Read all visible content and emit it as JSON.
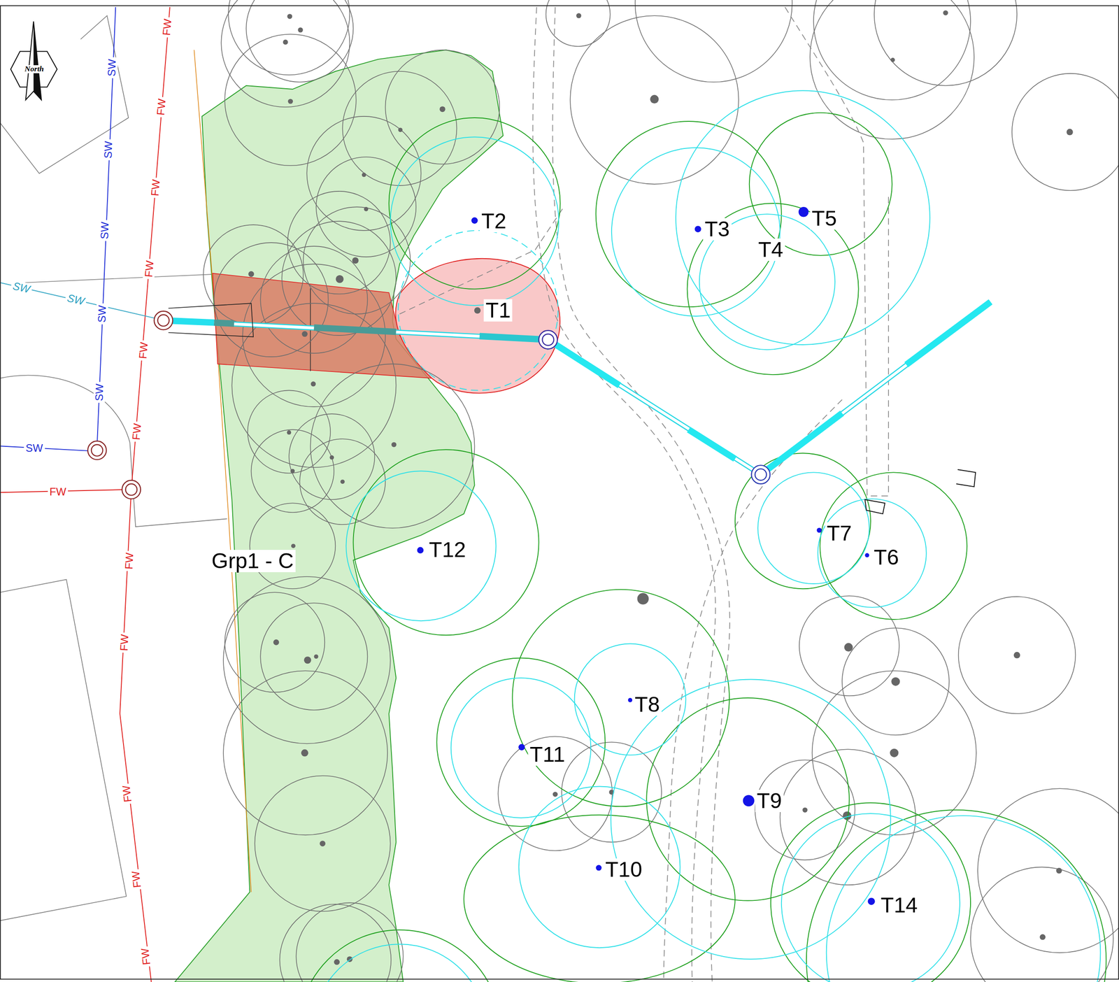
{
  "diagram": {
    "labels": [
      "North",
      "SW",
      "SW",
      "SW",
      "SW",
      "SW",
      "SW",
      "SW",
      "SW",
      "FW",
      "FW",
      "FW",
      "FW",
      "FW",
      "FW",
      "FW",
      "FW",
      "FW",
      "FW",
      "FW",
      "FW",
      "T2",
      "T1",
      "T3",
      "T5",
      "T4",
      "Grp1 - C",
      "T7",
      "T6",
      "T12",
      "T8",
      "T11",
      "T9",
      "T10",
      "T14"
    ]
  }
}
